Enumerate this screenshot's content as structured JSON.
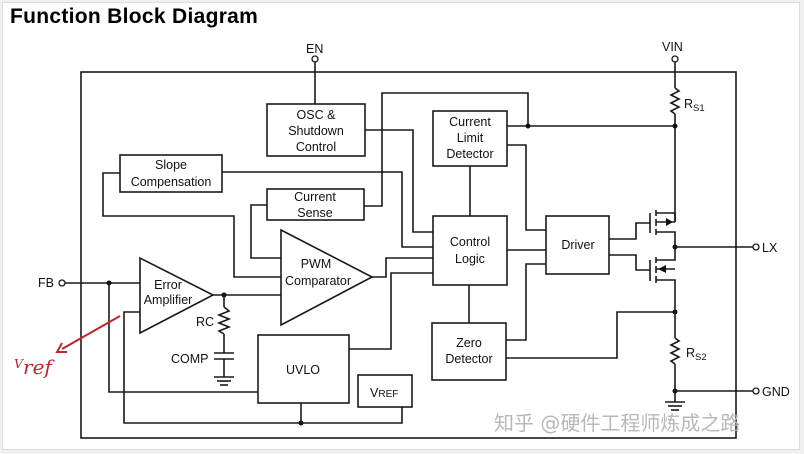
{
  "title": "Function Block Diagram",
  "pins": {
    "en": "EN",
    "vin": "VIN",
    "fb": "FB",
    "lx": "LX",
    "gnd": "GND"
  },
  "blocks": {
    "osc": [
      "OSC &",
      "Shutdown",
      "Control"
    ],
    "current_limit": [
      "Current",
      "Limit",
      "Detector"
    ],
    "slope": [
      "Slope",
      "Compensation"
    ],
    "current_sense": [
      "Current",
      "Sense"
    ],
    "control_logic": [
      "Control",
      "Logic"
    ],
    "driver": "Driver",
    "zero_detector": [
      "Zero",
      "Detector"
    ],
    "uvlo": "UVLO",
    "vref": {
      "main": "V",
      "sub": "REF"
    }
  },
  "amplifiers": {
    "error_amp": [
      "Error",
      "Amplifier"
    ],
    "pwm": [
      "PWM",
      "Comparator"
    ]
  },
  "components": {
    "rs1": {
      "main": "R",
      "sub": "S1"
    },
    "rs2": {
      "main": "R",
      "sub": "S2"
    },
    "rc": "RC",
    "comp": "COMP"
  },
  "annotation": {
    "label": "V",
    "sub": "ref",
    "color": "#c0262d"
  },
  "watermark": "知乎 @硬件工程师炼成之路"
}
